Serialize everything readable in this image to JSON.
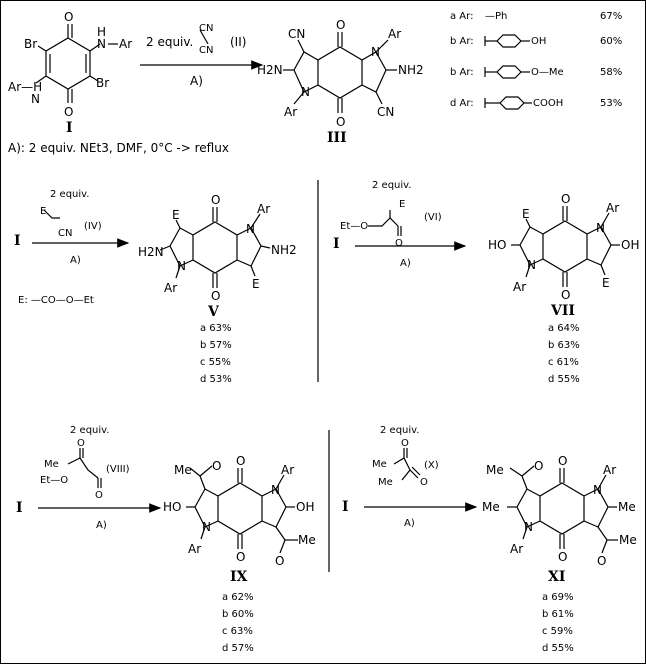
{
  "compounds": {
    "I": "I",
    "II": "(II)",
    "III": "III",
    "IV": "(IV)",
    "V": "V",
    "VI": "(VI)",
    "VII": "VII",
    "VIII": "(VIII)",
    "IX": "IX",
    "X": "(X)",
    "XI": "XI"
  },
  "reagent_amount": "2 equiv.",
  "condition_label": "A)",
  "conditions_text": "A):  2 equiv. NEt3,  DMF,  0°C -> reflux",
  "e_definition": "E:  —CO—O—Et",
  "atoms": {
    "Br": "Br",
    "H": "H",
    "N": "N",
    "O": "O",
    "Ar": "Ar",
    "ArH": "Ar—H",
    "CN": "CN",
    "H2N": "H2N",
    "NH2": "NH2",
    "E": "E",
    "HO": "HO",
    "OH": "OH",
    "Me": "Me",
    "EtO": "Et—O",
    "O2": "O"
  },
  "ar_table": [
    {
      "label": "a  Ar:",
      "group": "—Ph",
      "yield": "67%"
    },
    {
      "label": "b  Ar:",
      "group": "OH",
      "yield": "60%"
    },
    {
      "label": "b  Ar:",
      "group": "O—Me",
      "yield": "58%"
    },
    {
      "label": "d  Ar:",
      "group": "COOH",
      "yield": "53%"
    }
  ],
  "yields": {
    "V": [
      "a  63%",
      "b  57%",
      "c  55%",
      "d  53%"
    ],
    "VII": [
      "a  64%",
      "b  63%",
      "c  61%",
      "d  55%"
    ],
    "IX": [
      "a  62%",
      "b  60%",
      "c  63%",
      "d  57%"
    ],
    "XI": [
      "a  69%",
      "b  61%",
      "c  59%",
      "d  55%"
    ]
  }
}
